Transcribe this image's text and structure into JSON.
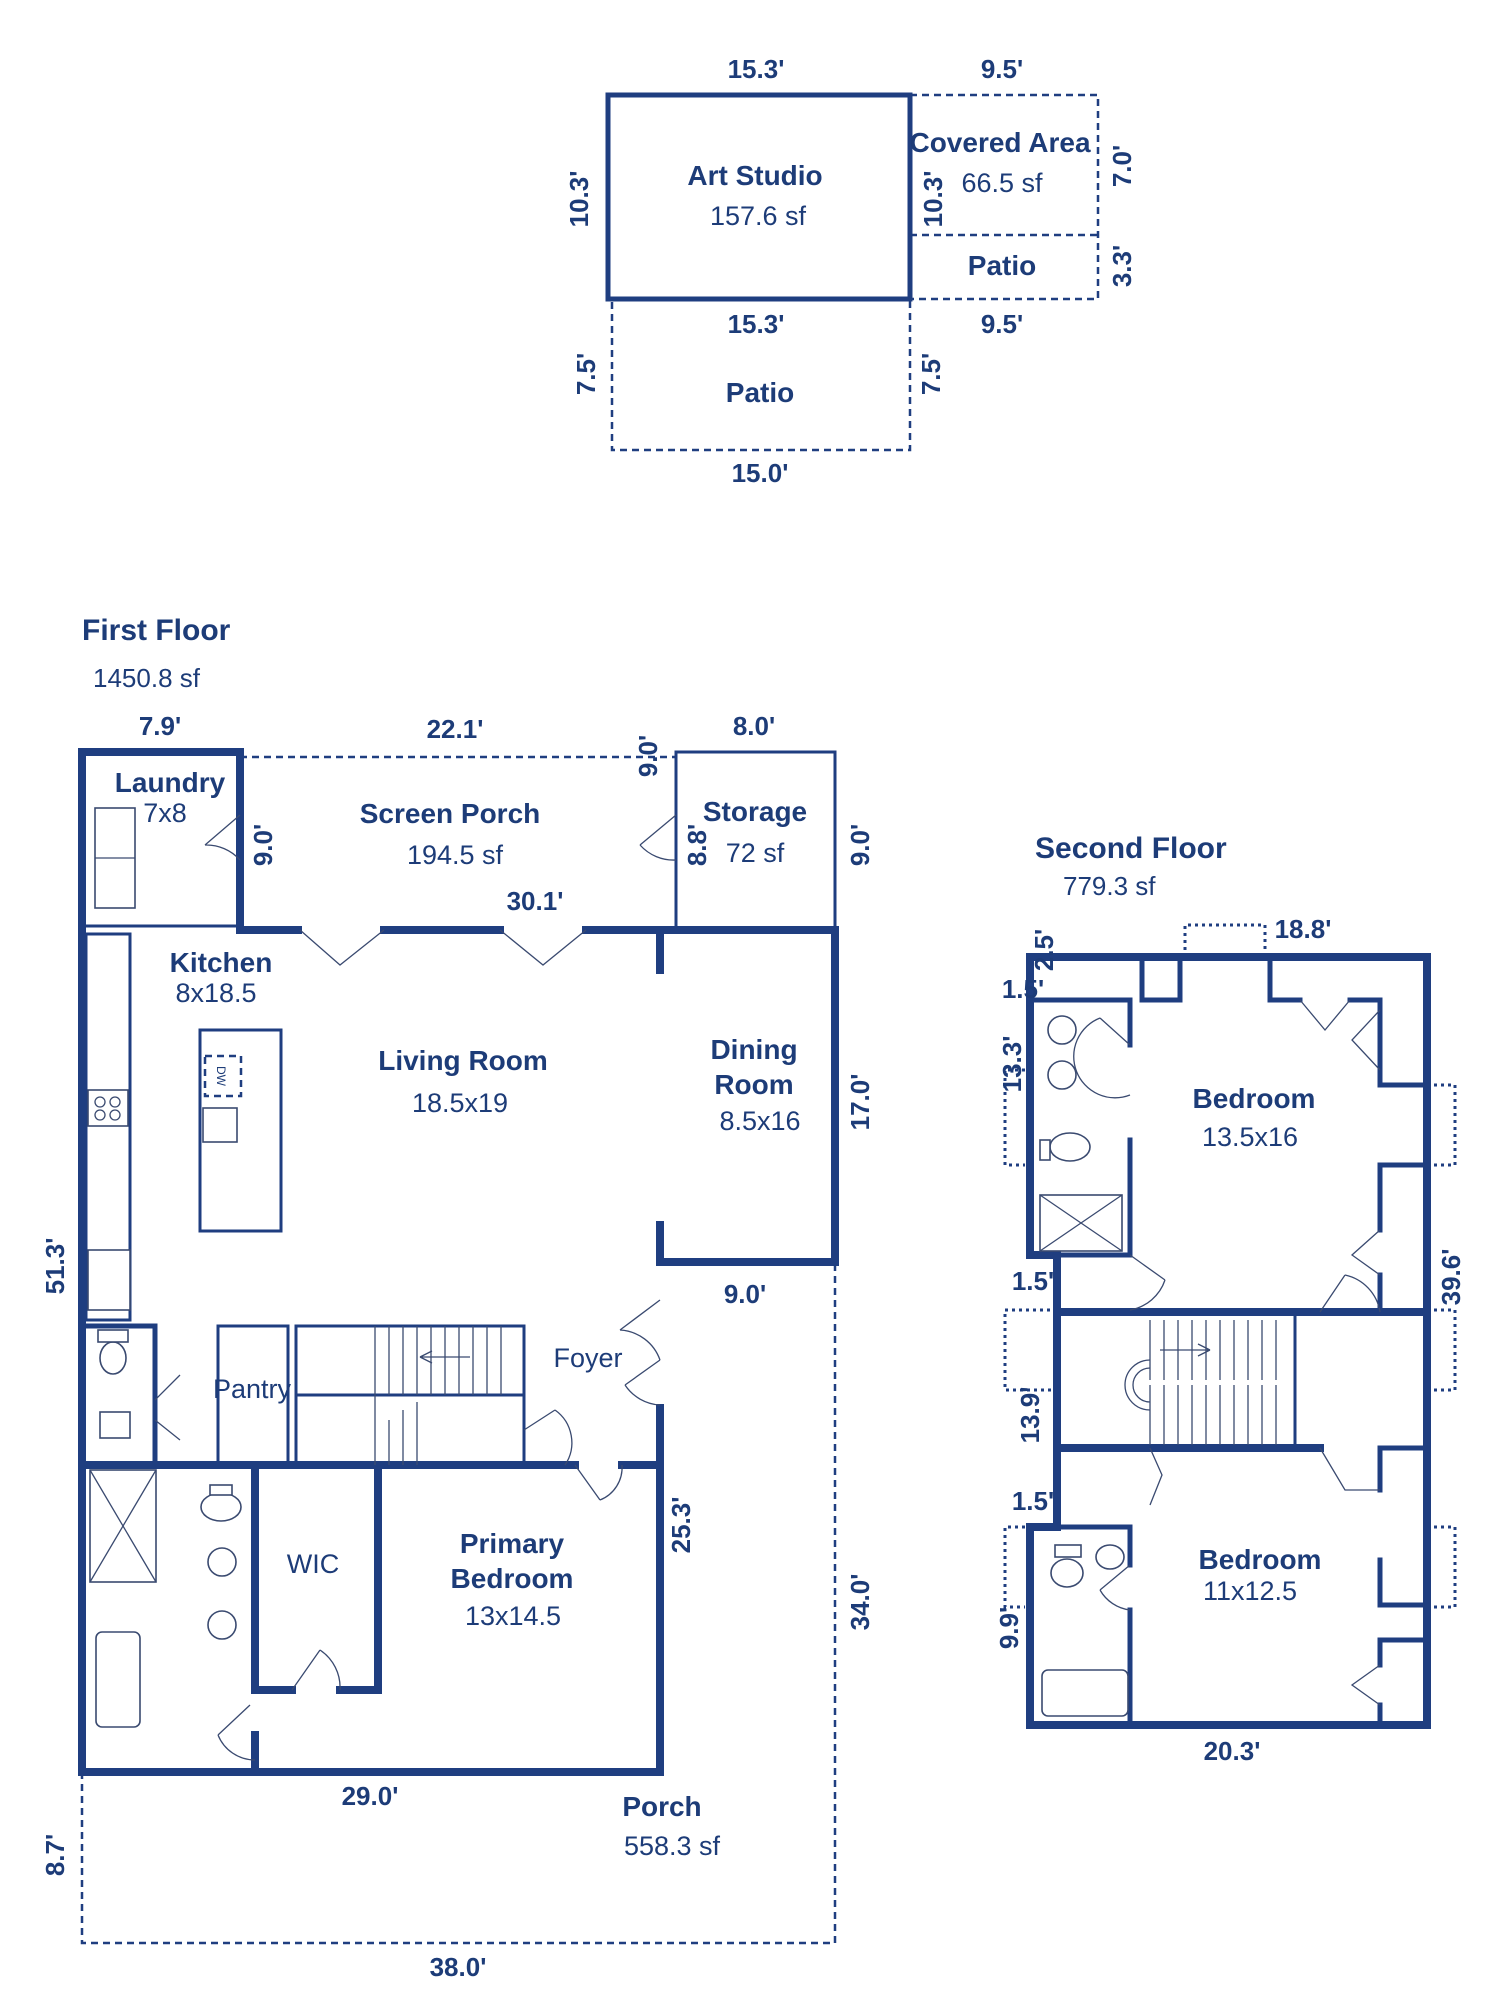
{
  "detached": {
    "art_studio": {
      "name": "Art Studio",
      "area": "157.6 sf"
    },
    "covered_area": {
      "name": "Covered Area",
      "area": "66.5 sf"
    },
    "patio_right": {
      "name": "Patio"
    },
    "patio_below": {
      "name": "Patio"
    },
    "dims": {
      "top_left": "15.3'",
      "top_right": "9.5'",
      "left": "10.3'",
      "inner": "10.3'",
      "right_upper": "7.0'",
      "right_lower": "3.3'",
      "mid_left": "15.3'",
      "mid_right": "9.5'",
      "patio_left": "7.5'",
      "patio_right": "7.5'",
      "patio_bottom": "15.0'"
    }
  },
  "first_floor": {
    "title": "First Floor",
    "area": "1450.8 sf",
    "rooms": {
      "laundry": {
        "name": "Laundry",
        "size": "7x8"
      },
      "screen_porch": {
        "name": "Screen Porch",
        "area": "194.5 sf"
      },
      "storage": {
        "name": "Storage",
        "area": "72 sf"
      },
      "kitchen": {
        "name": "Kitchen",
        "size": "8x18.5"
      },
      "living_room": {
        "name": "Living Room",
        "size": "18.5x19"
      },
      "dining_room": {
        "name_line1": "Dining",
        "name_line2": "Room",
        "size": "8.5x16"
      },
      "pantry": {
        "name": "Pantry"
      },
      "foyer": {
        "name": "Foyer"
      },
      "wic": {
        "name": "WIC"
      },
      "primary_bedroom": {
        "name_line1": "Primary",
        "name_line2": "Bedroom",
        "size": "13x14.5"
      },
      "porch": {
        "name": "Porch",
        "area": "558.3 sf"
      },
      "dishwasher_tag": "DW"
    },
    "dims": {
      "top_left": "7.9'",
      "top_mid": "22.1'",
      "top_right": "8.0'",
      "porch_gap": "9.0'",
      "laundry_side": "9.0'",
      "storage_side_a": "8.8'",
      "storage_side_b": "9.0'",
      "porch_inner": "30.1'",
      "dining_side": "17.0'",
      "dining_bottom": "9.0'",
      "left": "51.3'",
      "bedroom_side": "25.3'",
      "porch_side": "34.0'",
      "bottom": "29.0'",
      "porch_left": "8.7'",
      "porch_bottom": "38.0'"
    }
  },
  "second_floor": {
    "title": "Second Floor",
    "area": "779.3 sf",
    "rooms": {
      "bedroom_a": {
        "name": "Bedroom",
        "size": "13.5x16"
      },
      "bedroom_b": {
        "name": "Bedroom",
        "size": "11x12.5"
      }
    },
    "dims": {
      "top": "18.8'",
      "top_left_a": "2.5'",
      "top_left_b": "1.5'",
      "bath_side": "13.3'",
      "mid_a": "1.5'",
      "right": "39.6'",
      "stair_side": "13.9'",
      "mid_b": "1.5'",
      "lower_bath": "9.9'",
      "bottom": "20.3'"
    }
  }
}
